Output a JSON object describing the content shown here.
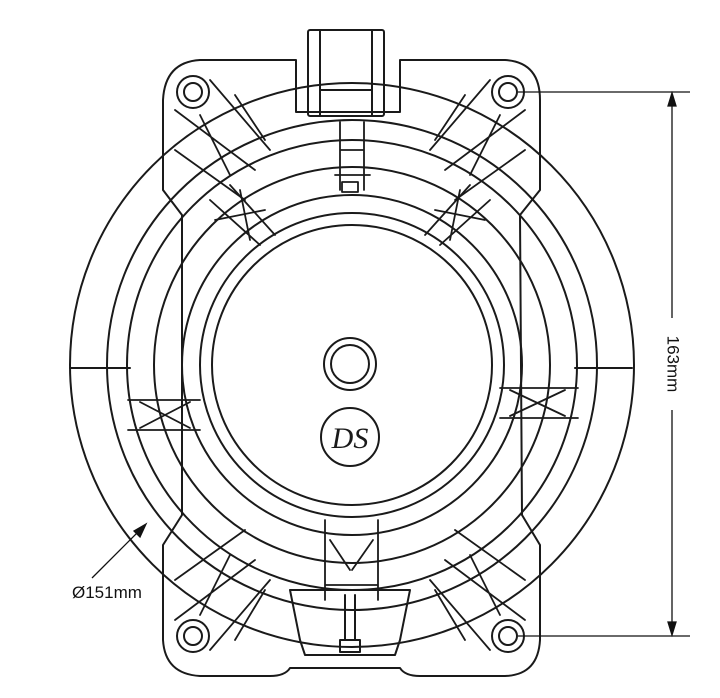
{
  "dimensions": {
    "height_label": "163mm",
    "diameter_label": "Ø151mm"
  },
  "logo": {
    "text": "DS"
  },
  "colors": {
    "line": "#1a1a1a",
    "background": "#ffffff"
  }
}
